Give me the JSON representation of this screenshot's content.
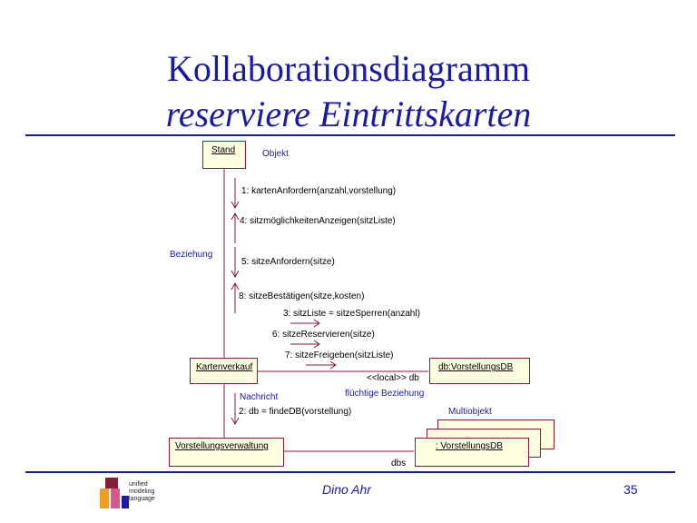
{
  "title": "Kollaborationsdiagramm",
  "subtitle": "reserviere Eintrittskarten",
  "objects": {
    "stand": "Stand",
    "kartenverkauf": "Kartenverkauf",
    "vorstellungsverwaltung": "Vorstellungsverwaltung",
    "vorstellungsdb": "db:VorstellungsDB",
    "multiobject": ": VorstellungsDB"
  },
  "messages": {
    "m1": "1: kartenAnfordern(anzahl,vorstellung)",
    "m4": "4: sitzmöglichkeitenAnzeigen(sitzListe)",
    "m5": "5: sitzeAnfordern(sitze)",
    "m8": "8: sitzeBestätigen(sitze,kosten)",
    "m3": "3: sitzListe = sitzeSperren(anzahl)",
    "m6": "6: sitzeReservieren(sitze)",
    "m7": "7: sitzeFreigeben(sitzListe)",
    "m2": "2: db = findeDB(vorstellung)"
  },
  "link_labels": {
    "local_db": "<<local>> db",
    "dbs": "dbs"
  },
  "annotations": {
    "objekt": "Objekt",
    "beziehung": "Beziehung",
    "nachricht": "Nachricht",
    "fluechtige_beziehung": "flüchtige Beziehung",
    "multiobjekt": "Multiobjekt"
  },
  "footer": {
    "author": "Dino Ahr",
    "page": "35",
    "logo_text": [
      "unified",
      "modeling",
      "language"
    ]
  },
  "colors": {
    "title": "#1a1aa6",
    "line": "#8b1a3c",
    "box_fill": "#fffde0"
  }
}
